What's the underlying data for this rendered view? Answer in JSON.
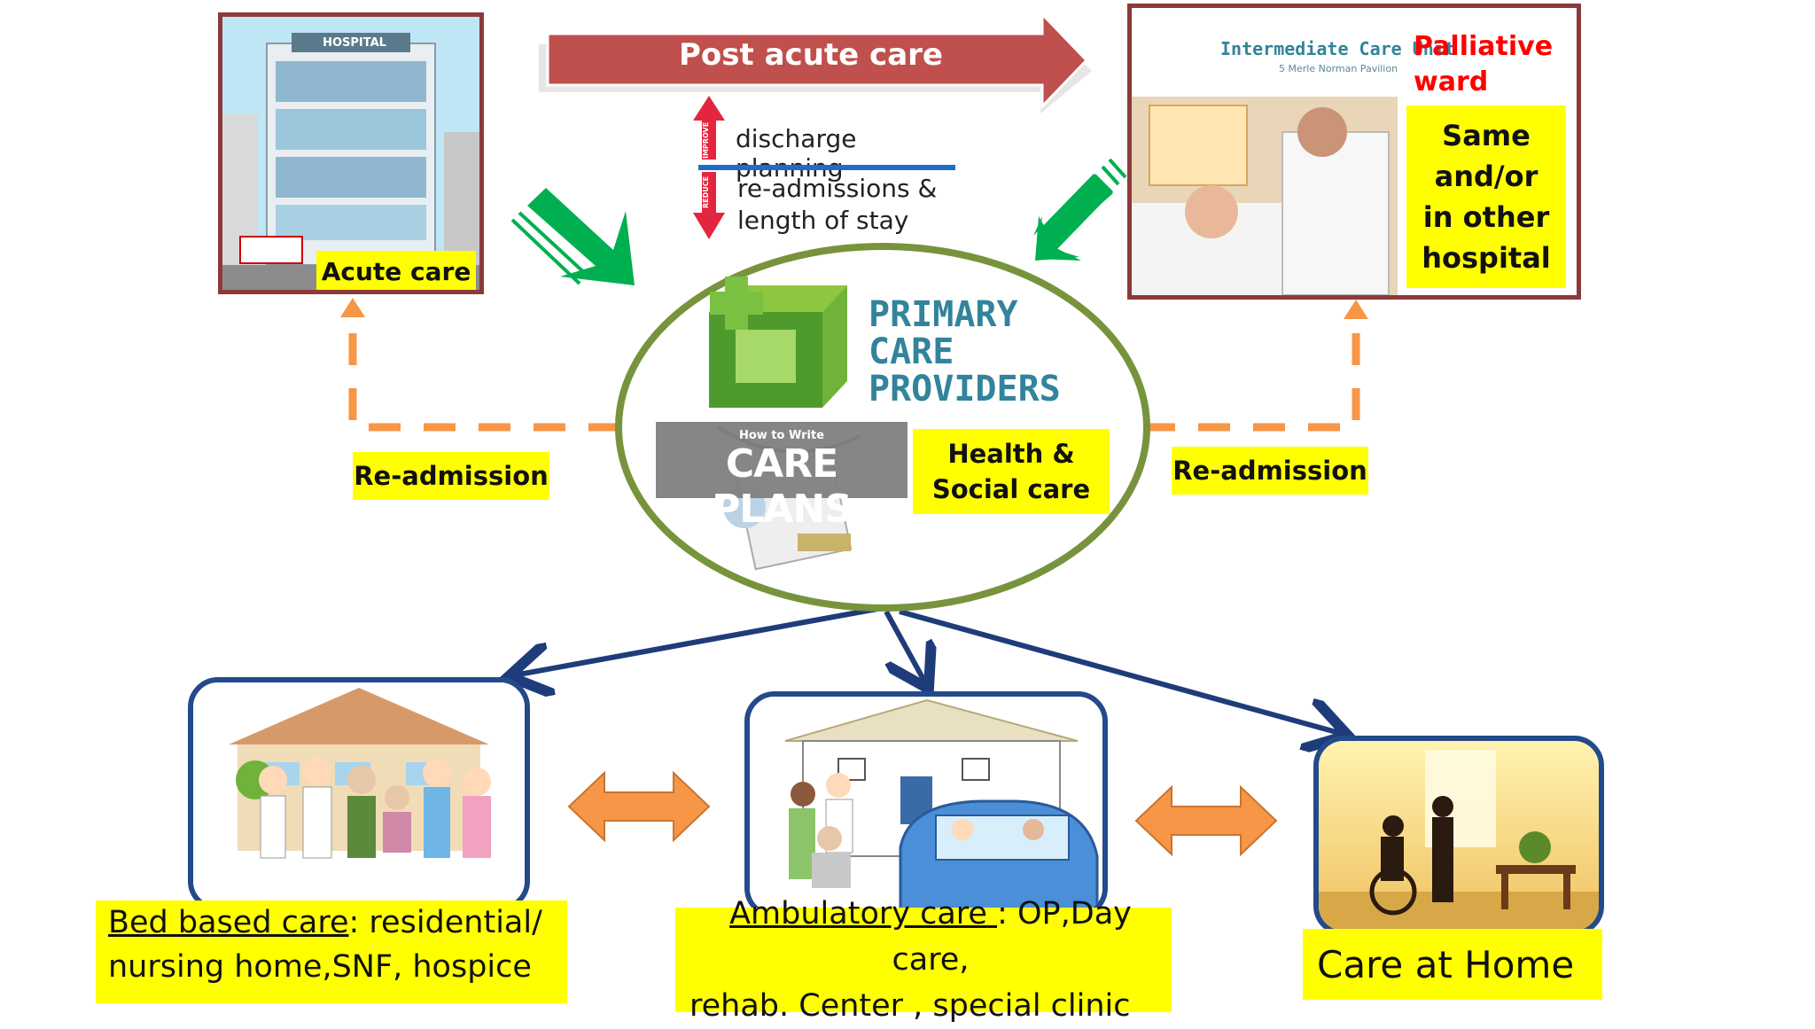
{
  "post_acute": {
    "label": "Post acute care"
  },
  "discharge": {
    "improve_tag": "IMPROVE",
    "reduce_tag": "REDUCE",
    "line1": "discharge planning",
    "line2": "re-admissions &",
    "line3": "length of stay"
  },
  "hospital_box": {
    "sign": "HOSPITAL",
    "label": "Acute care"
  },
  "icu_box": {
    "unit_title": "Intermediate Care Unit",
    "unit_sub": "5 Merle Norman Pavilion",
    "palliative_line1": "Palliative",
    "palliative_line2": "ward",
    "same_line1": "Same",
    "same_line2": "and/or",
    "same_line3": "in other",
    "same_line4": "hospital"
  },
  "center": {
    "pcp_line1": "PRIMARY",
    "pcp_line2": "CARE",
    "pcp_line3": "PROVIDERS",
    "howto": "How to Write",
    "care_plans": "CARE PLANS",
    "hs_line1": "Health &",
    "hs_line2": "Social care"
  },
  "readmission_left": "Re-admission",
  "readmission_right": "Re-admission",
  "bed_based": {
    "title": "Bed based care",
    "rest1": ":  residential/",
    "line2": "nursing home,SNF, hospice"
  },
  "ambulatory": {
    "title": "Ambulatory care ",
    "rest1": ": OP,Day care,",
    "line2": "rehab. Center , special clinic"
  },
  "home": {
    "label": "Care at Home"
  },
  "colors": {
    "arrow_red": "#c0504d",
    "green": "#00b050",
    "orange": "#f79646",
    "navy": "#1f3c7a",
    "ellipse": "#77933c",
    "yellow": "#ffff00",
    "teal_text": "#31849b"
  }
}
